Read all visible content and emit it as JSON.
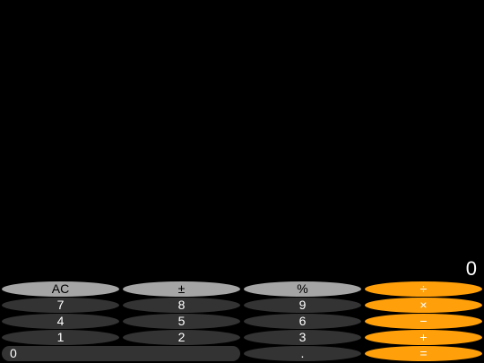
{
  "display": {
    "value": "0"
  },
  "colors": {
    "background": "#000000",
    "function_key": "#a5a5a5",
    "number_key": "#333333",
    "operator_key": "#ff9f0a",
    "text_light": "#ffffff",
    "text_dark": "#000000"
  },
  "keys": {
    "ac": "AC",
    "plus_minus": "±",
    "percent": "%",
    "divide": "÷",
    "seven": "7",
    "eight": "8",
    "nine": "9",
    "multiply": "×",
    "four": "4",
    "five": "5",
    "six": "6",
    "minus": "−",
    "one": "1",
    "two": "2",
    "three": "3",
    "plus": "+",
    "zero": "0",
    "decimal": ".",
    "equals": "="
  }
}
